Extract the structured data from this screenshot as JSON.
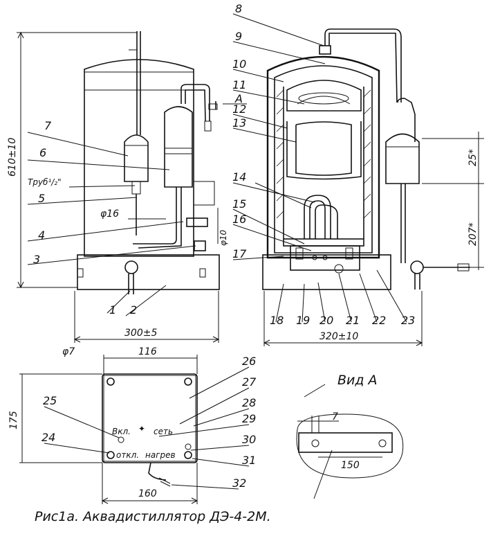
{
  "callouts": [
    "1",
    "2",
    "3",
    "4",
    "5",
    "6",
    "7",
    "8",
    "9",
    "10",
    "11",
    "12",
    "13",
    "14",
    "15",
    "16",
    "17",
    "18",
    "19",
    "20",
    "21",
    "22",
    "23",
    "24",
    "25",
    "26",
    "27",
    "28",
    "29",
    "30",
    "31",
    "32"
  ],
  "section_marker": "A",
  "dimensions": {
    "height": "610±10",
    "width_left": "300±5",
    "width_right": "320±10",
    "dim_25": "25*",
    "dim_207": "207*",
    "pipe_dia": "φ16",
    "dia_10": "φ10",
    "hole": "φ7",
    "base_116": "116",
    "base_175": "175",
    "base_160": "160",
    "viewA_7": "7",
    "viewA_150": "150"
  },
  "annotations": {
    "pipe_thread": "Труб¹/₂\"",
    "switch_on": "Вкл.",
    "mains": "сеть",
    "switch_off": "откл.",
    "heater": "нагрев"
  },
  "view_a_title": "Вид А",
  "caption": "Рис1а. Аквадистиллятор ДЭ-4-2М."
}
